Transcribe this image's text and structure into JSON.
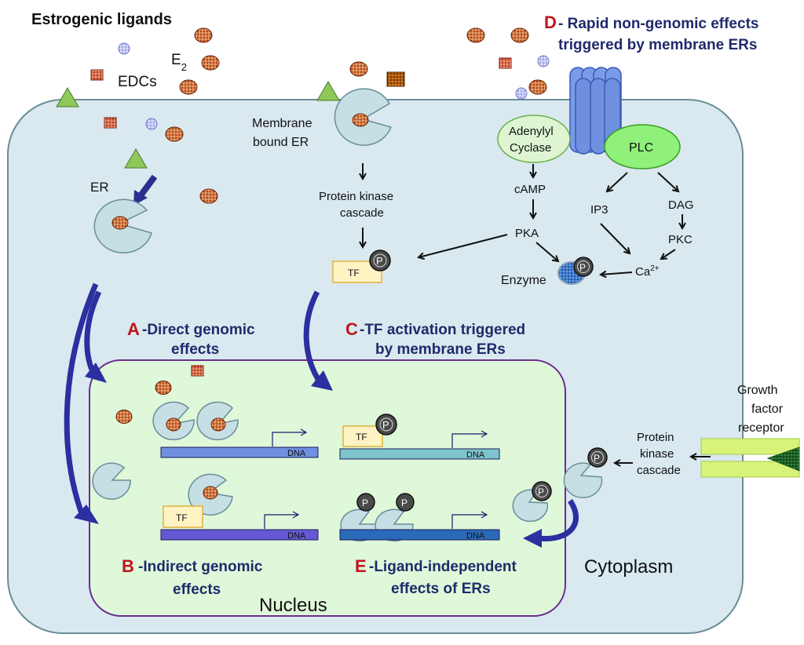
{
  "title": "Estrogenic ligands",
  "ligands": {
    "e2": "E",
    "e2_sub": "2",
    "edcs": "EDCs"
  },
  "labels": {
    "er": "ER",
    "membrane_er_1": "Membrane",
    "membrane_er_2": "bound ER",
    "pk_cascade_1": "Protein kinase",
    "pk_cascade_2": "cascade",
    "tf": "TF",
    "p": "P",
    "adenylyl_1": "Adenylyl",
    "adenylyl_2": "Cyclase",
    "plc": "PLC",
    "camp": "cAMP",
    "pka": "PKA",
    "ip3": "IP3",
    "dag": "DAG",
    "pkc": "PKC",
    "ca": "Ca",
    "ca_sup": "2+",
    "enzyme": "Enzyme",
    "dna": "DNA",
    "growth_1": "Growth",
    "growth_2": "factor",
    "growth_3": "receptor",
    "pk2_1": "Protein",
    "pk2_2": "kinase",
    "pk2_3": "cascade",
    "cytoplasm": "Cytoplasm",
    "nucleus": "Nucleus"
  },
  "pathways": {
    "a_letter": "A",
    "a_line1": "-Direct genomic",
    "a_line2": "effects",
    "b_letter": "B",
    "b_line1": "-Indirect genomic",
    "b_line2": "effects",
    "c_letter": "C",
    "c_line1": "-TF activation triggered",
    "c_line2": "by membrane ERs",
    "d_letter": "D",
    "d_line1": "- Rapid non-genomic effects",
    "d_line2": "triggered by membrane ERs",
    "e_letter": "E",
    "e_line1": "-Ligand-independent",
    "e_line2": "effects of ERs"
  },
  "colors": {
    "cell_fill": "#d9e9ef",
    "nucleus_fill": "#dff8d9",
    "letter": "#c0141c",
    "header": "#1f2a6b",
    "arrow_blue": "#2b2fa0",
    "e2_ball": "#a23a12",
    "receptor_fill": "#c5dfe5",
    "tf_fill": "#fff3c4",
    "plc_fill": "#8ff07a",
    "growth_fill": "#d7f37a",
    "dna_blue": "#6f8fe0",
    "dna_teal": "#7fc4cc",
    "dna_violet": "#6458d4",
    "dna_dark": "#2a6ab8"
  }
}
